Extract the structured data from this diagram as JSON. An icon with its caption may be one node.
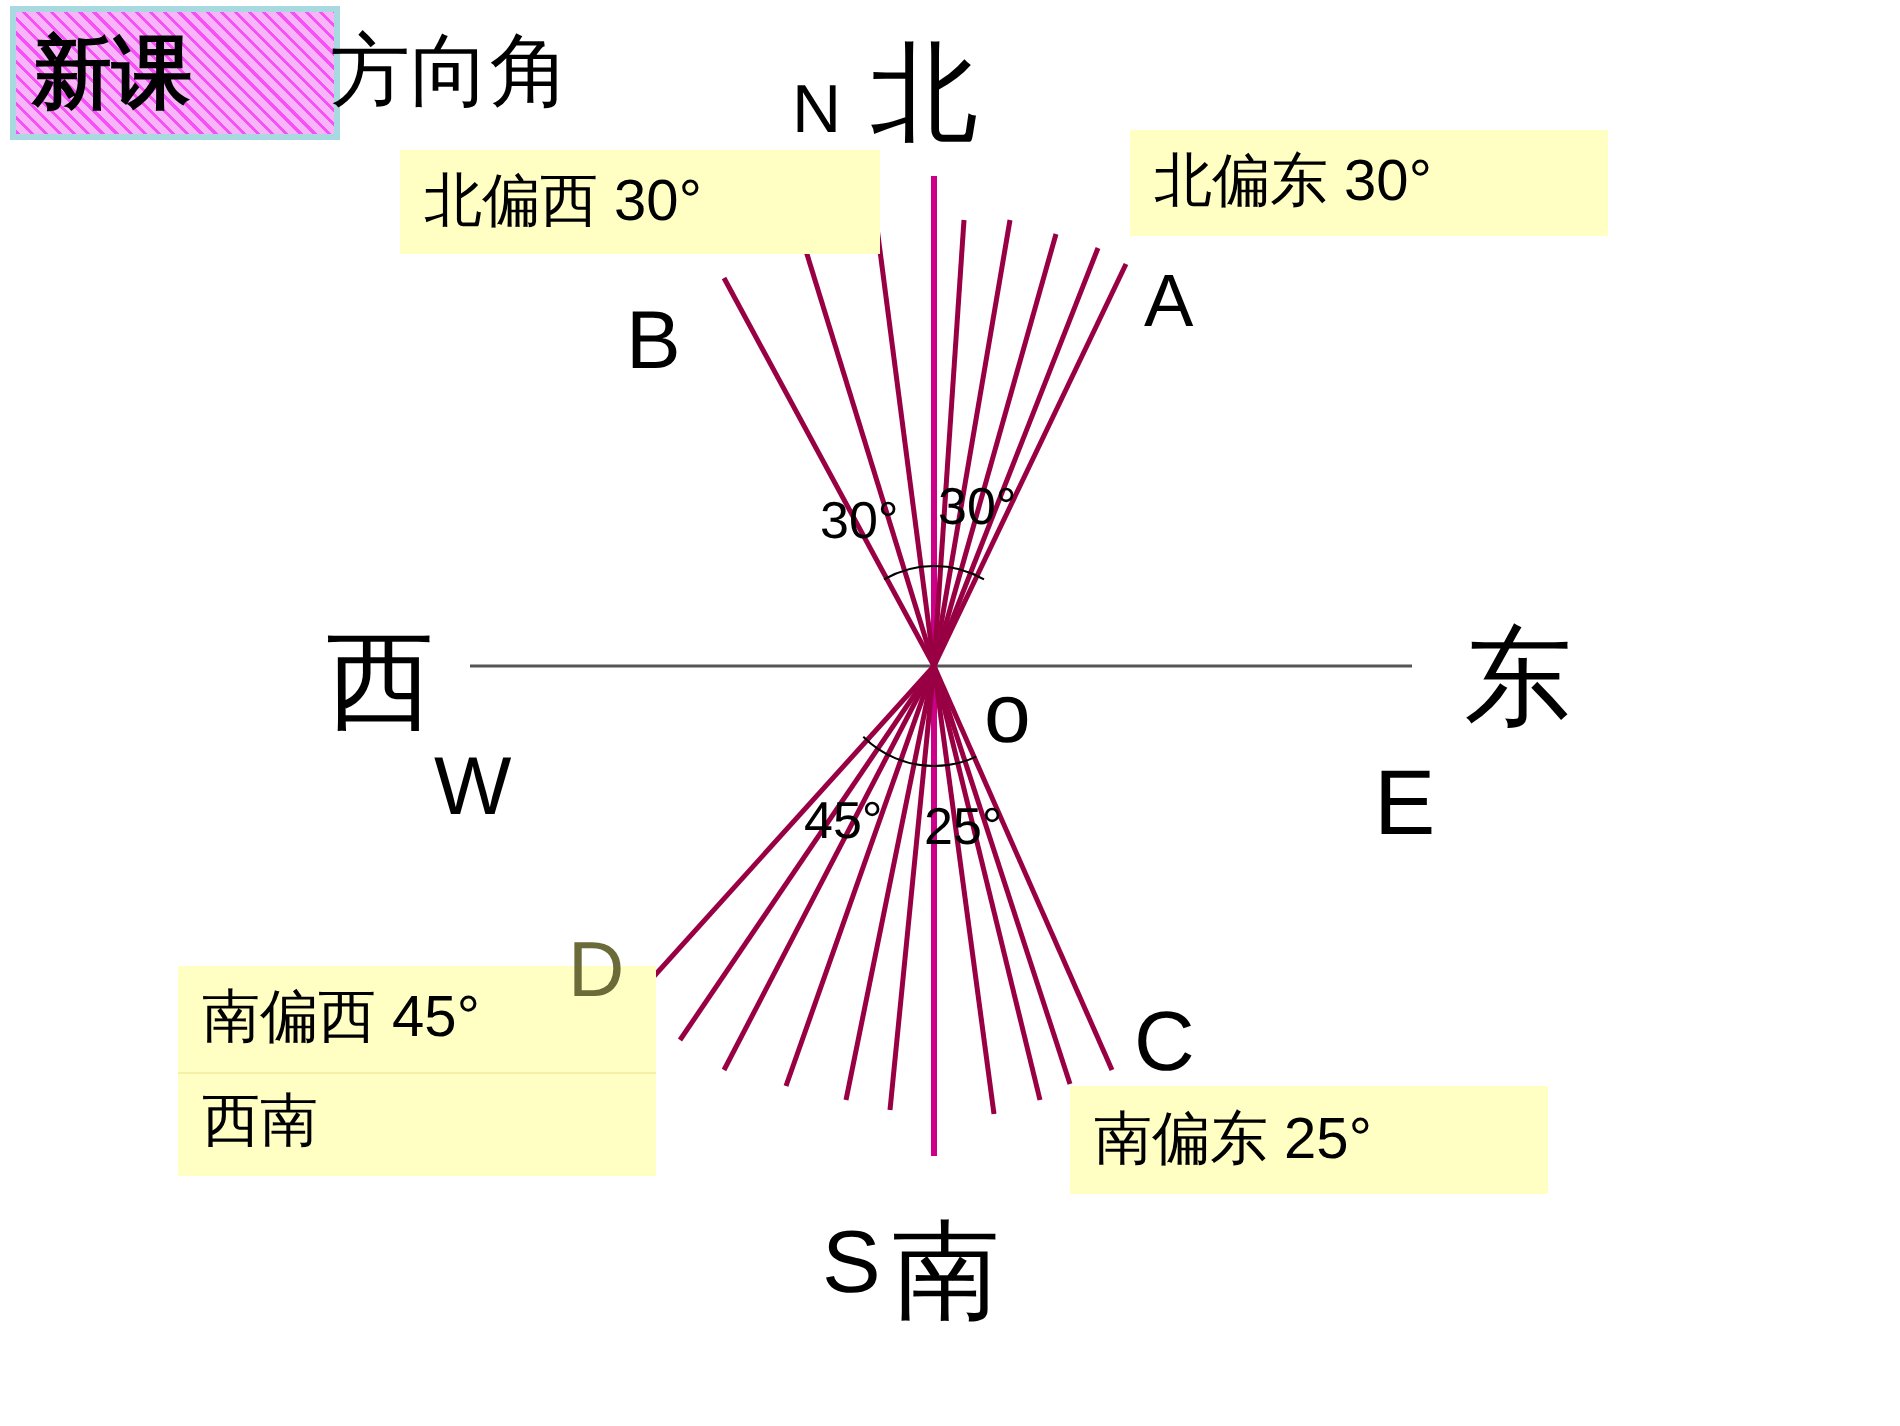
{
  "diagram": {
    "title": "方向角",
    "nodes": [
      {
        "text": [
          "新课"
        ]
      },
      {
        "text": [
          "北偏西 30°"
        ]
      },
      {
        "text": [
          "北偏东 30°"
        ]
      },
      {
        "text": [
          "南偏西 45°",
          "西南"
        ]
      },
      {
        "text": [
          "南偏东 25°"
        ]
      }
    ],
    "labels": [
      "N",
      "北",
      "B",
      "A",
      "30°",
      "30°",
      "西",
      "东",
      "o",
      "W",
      "E",
      "45°",
      "25°",
      "D",
      "C",
      "S",
      "南"
    ]
  }
}
